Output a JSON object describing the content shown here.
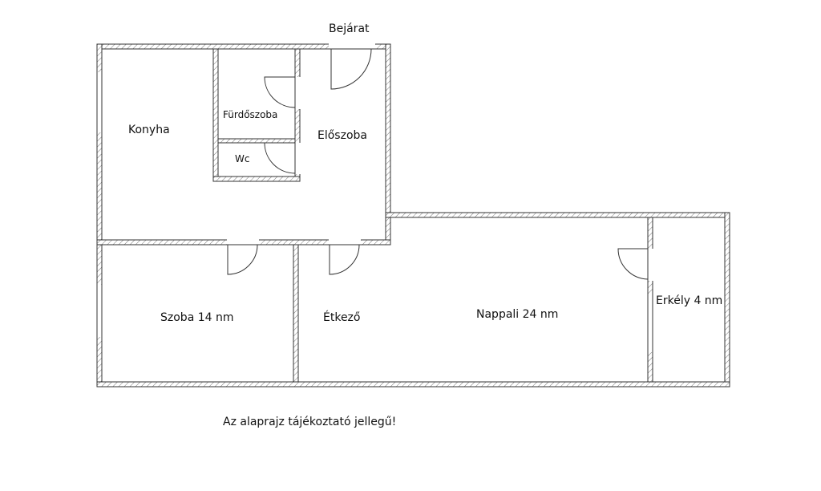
{
  "plan": {
    "entrance_label": "Bejárat",
    "rooms": {
      "kitchen": "Konyha",
      "bathroom": "Fürdőszoba",
      "wc": "Wc",
      "hall": "Előszoba",
      "bedroom": "Szoba 14 nm",
      "dining": "Étkező",
      "living": "Nappali 24 nm",
      "balcony": "Erkély 4 nm"
    },
    "note": "Az alaprajz tájékoztató jellegű!"
  },
  "colors": {
    "wall": "#333333",
    "background": "#ffffff"
  }
}
